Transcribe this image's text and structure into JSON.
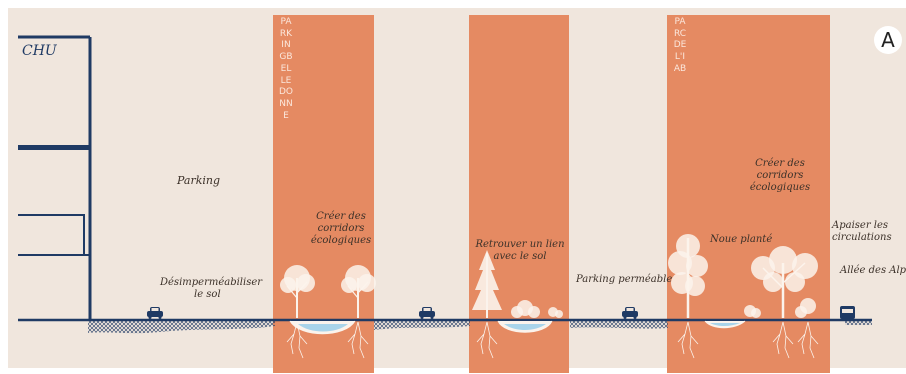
{
  "building": {
    "label": "CHU"
  },
  "section_marker": "A",
  "bands": {
    "parking_belledonne": {
      "title": "PARKINGBELLEDONNE"
    },
    "parc_iab": {
      "title": "PARCDEL'IAB"
    }
  },
  "labels": {
    "parking": "Parking",
    "desimpermeabiliser_1": "Désimperméabiliser",
    "desimpermeabiliser_2": "le sol",
    "corridors_a_1": "Créer des",
    "corridors_a_2": "corridors",
    "corridors_a_3": "écologiques",
    "retrouver_1": "Retrouver un lien",
    "retrouver_2": "avec le sol",
    "parking_permeable": "Parking perméable",
    "noue_plante": "Noue planté",
    "corridors_b_1": "Créer des",
    "corridors_b_2": "corridors",
    "corridors_b_3": "écologiques",
    "apaiser_1": "Apaiser les",
    "apaiser_2": "circulations",
    "allee": "Allée des Alpes"
  },
  "colors": {
    "background": "#f0e6dd",
    "band": "#e58a62",
    "structure": "#1f3a64",
    "water": "#a9d4ea",
    "tree": "#fbf3ec"
  }
}
